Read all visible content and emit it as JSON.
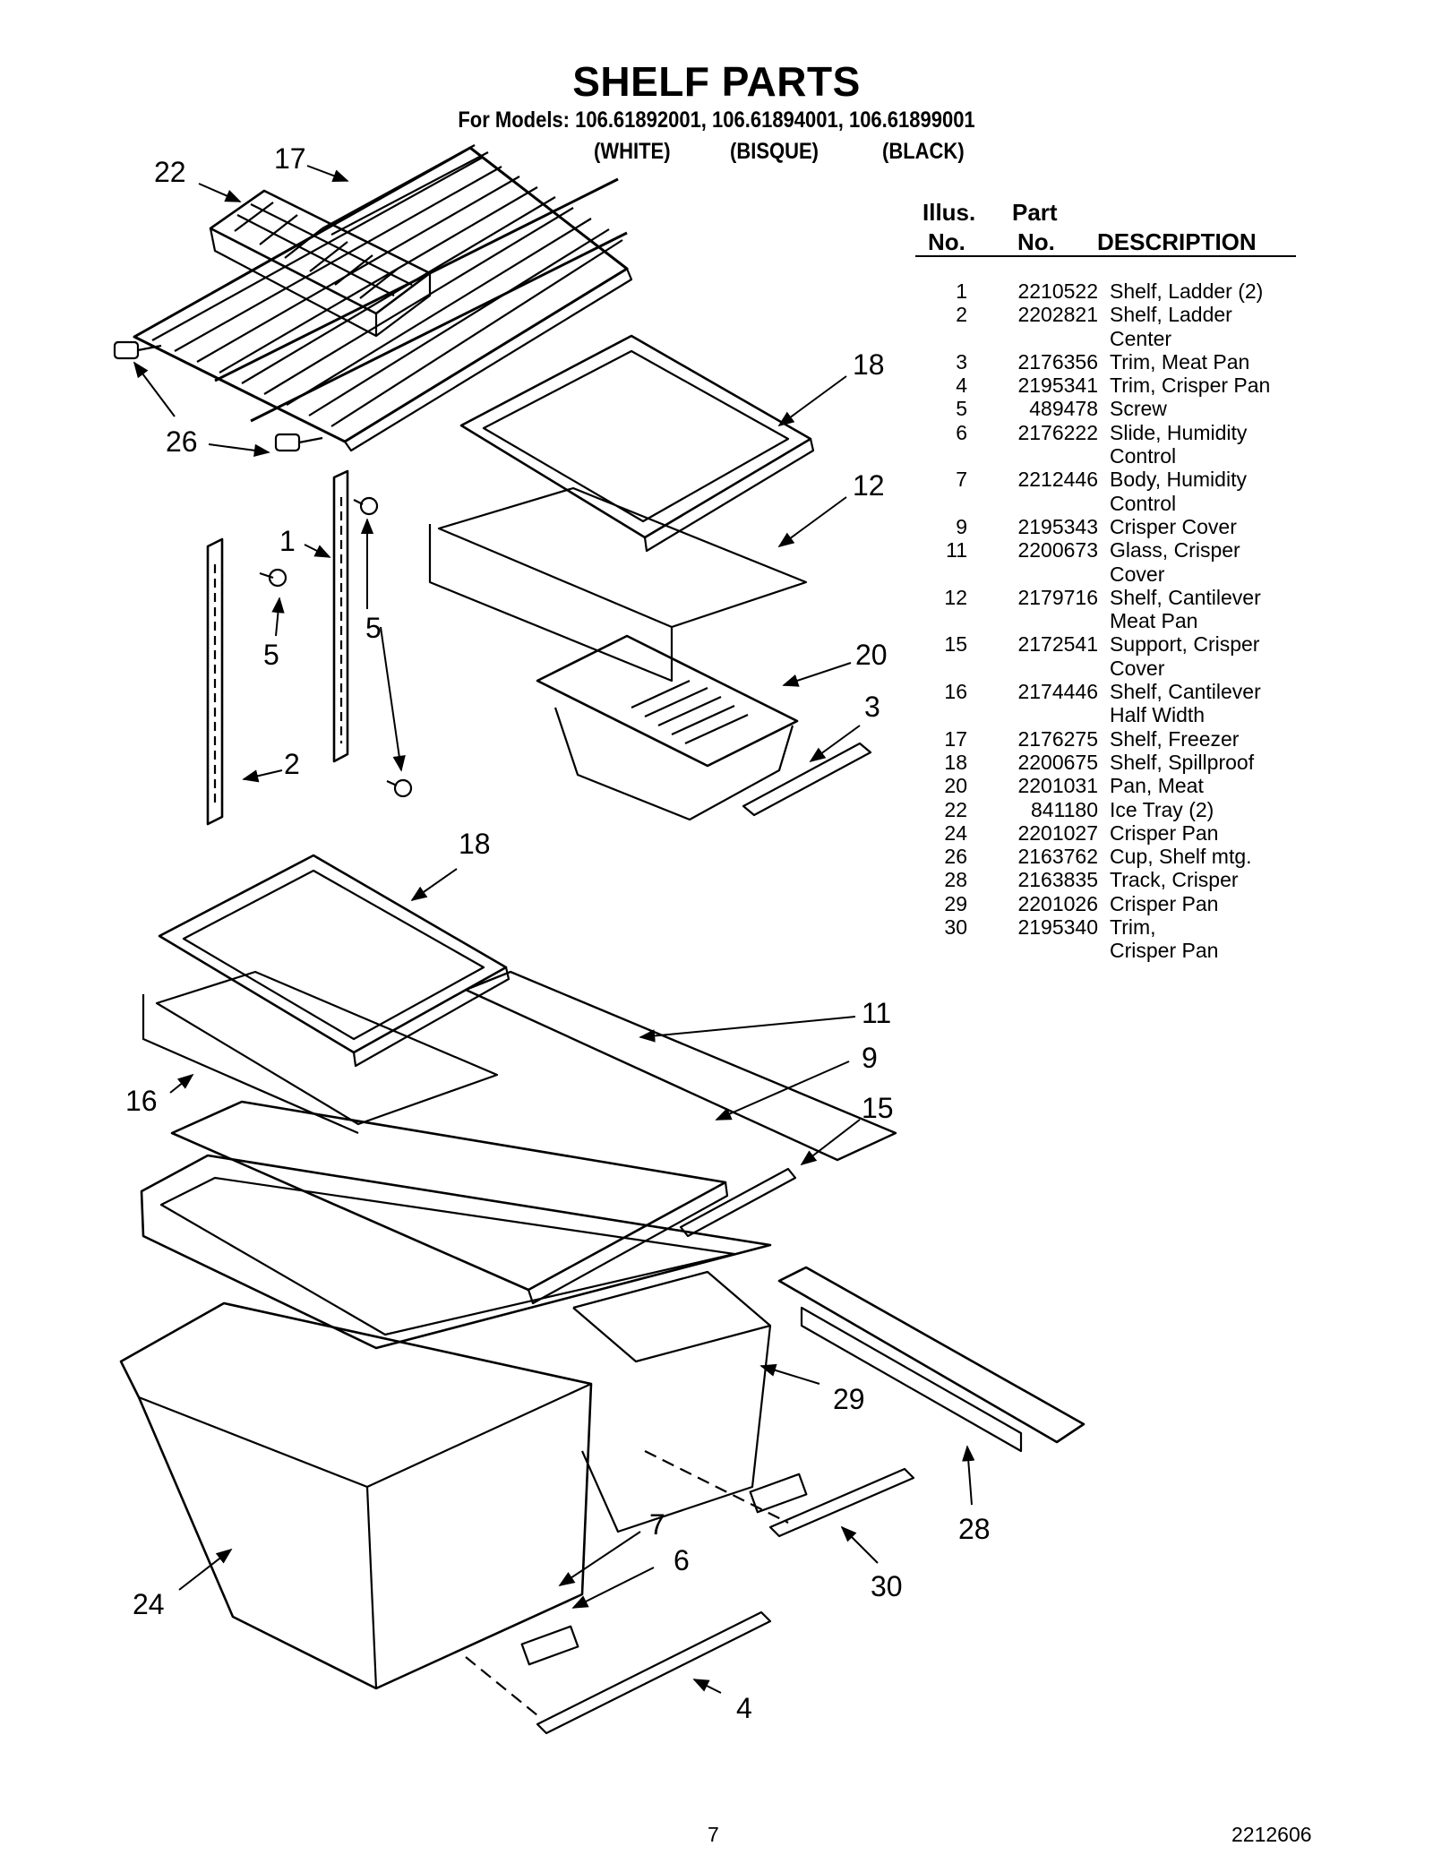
{
  "header": {
    "title": "SHELF PARTS",
    "models": "For Models: 106.61892001, 106.61894001, 106.61899001",
    "colors": [
      "(WHITE)",
      "(BISQUE)",
      "(BLACK)"
    ]
  },
  "table": {
    "col_illus": [
      "Illus.",
      "No."
    ],
    "col_part": [
      "Part",
      "No."
    ],
    "col_desc": "DESCRIPTION",
    "rows": [
      {
        "no": "1",
        "part": "2210522",
        "desc": [
          "Shelf, Ladder (2)"
        ]
      },
      {
        "no": "2",
        "part": "2202821",
        "desc": [
          "Shelf, Ladder",
          "Center"
        ]
      },
      {
        "no": "3",
        "part": "2176356",
        "desc": [
          "Trim, Meat Pan"
        ]
      },
      {
        "no": "4",
        "part": "2195341",
        "desc": [
          "Trim, Crisper Pan"
        ]
      },
      {
        "no": "5",
        "part": "489478",
        "desc": [
          "Screw"
        ]
      },
      {
        "no": "6",
        "part": "2176222",
        "desc": [
          "Slide, Humidity",
          "Control"
        ]
      },
      {
        "no": "7",
        "part": "2212446",
        "desc": [
          "Body, Humidity",
          "Control"
        ]
      },
      {
        "no": "9",
        "part": "2195343",
        "desc": [
          "Crisper Cover"
        ]
      },
      {
        "no": "11",
        "part": "2200673",
        "desc": [
          "Glass, Crisper",
          "Cover"
        ]
      },
      {
        "no": "12",
        "part": "2179716",
        "desc": [
          "Shelf, Cantilever",
          "Meat Pan"
        ]
      },
      {
        "no": "15",
        "part": "2172541",
        "desc": [
          "Support, Crisper",
          "Cover"
        ]
      },
      {
        "no": "16",
        "part": "2174446",
        "desc": [
          "Shelf, Cantilever",
          "Half Width"
        ]
      },
      {
        "no": "17",
        "part": "2176275",
        "desc": [
          "Shelf, Freezer"
        ]
      },
      {
        "no": "18",
        "part": "2200675",
        "desc": [
          "Shelf, Spillproof"
        ]
      },
      {
        "no": "20",
        "part": "2201031",
        "desc": [
          "Pan, Meat"
        ]
      },
      {
        "no": "22",
        "part": "841180",
        "desc": [
          "Ice Tray (2)"
        ]
      },
      {
        "no": "24",
        "part": "2201027",
        "desc": [
          "Crisper Pan"
        ]
      },
      {
        "no": "26",
        "part": "2163762",
        "desc": [
          "Cup, Shelf mtg."
        ]
      },
      {
        "no": "28",
        "part": "2163835",
        "desc": [
          "Track, Crisper"
        ]
      },
      {
        "no": "29",
        "part": "2201026",
        "desc": [
          "Crisper Pan"
        ]
      },
      {
        "no": "30",
        "part": "2195340",
        "desc": [
          "Trim,",
          "Crisper Pan"
        ]
      }
    ]
  },
  "diagram": {
    "callouts": [
      "22",
      "17",
      "26",
      "18",
      "12",
      "1",
      "5",
      "5",
      "20",
      "3",
      "2",
      "18",
      "11",
      "9",
      "16",
      "15",
      "29",
      "28",
      "7",
      "6",
      "30",
      "24",
      "4"
    ]
  },
  "footer": {
    "page_number": "7",
    "doc_number": "2212606"
  }
}
